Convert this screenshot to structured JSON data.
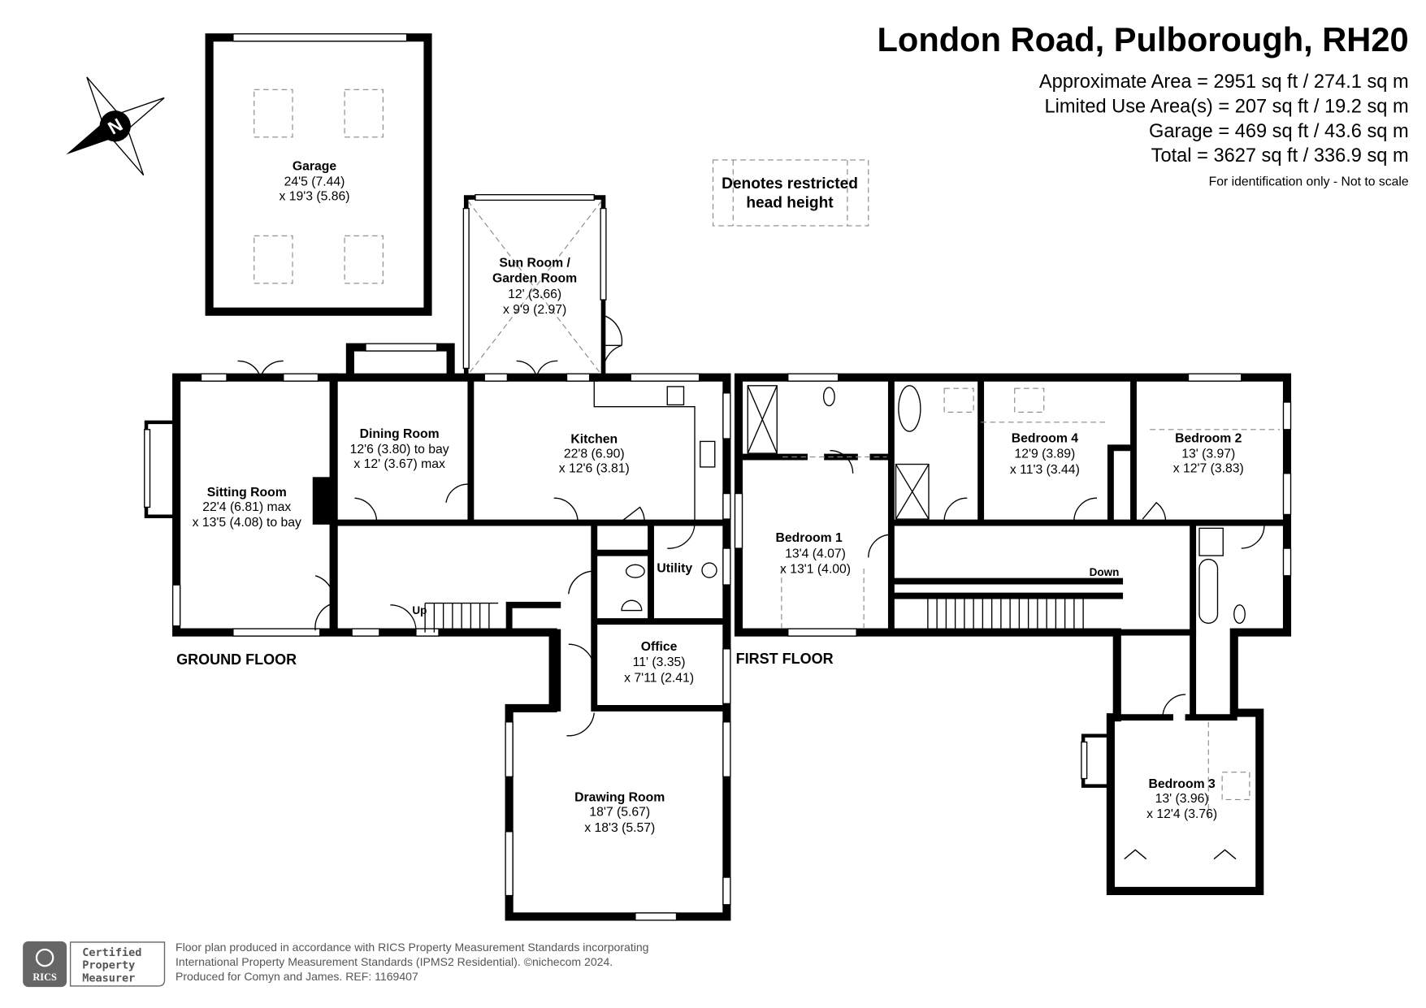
{
  "header": {
    "title": "London Road, Pulborough, RH20",
    "areas": [
      "Approximate Area = 2951 sq ft / 274.1 sq m",
      "Limited Use Area(s) = 207 sq ft / 19.2 sq m",
      "Garage = 469 sq ft / 43.6 sq m",
      "Total = 3627 sq ft / 336.9 sq m"
    ],
    "disclaimer": "For identification only - Not to scale"
  },
  "compass": {
    "label": "N"
  },
  "legend": {
    "line1": "Denotes restricted",
    "line2": "head height"
  },
  "ground_floor": {
    "label": "GROUND FLOOR",
    "stairs_label": "Up",
    "rooms": {
      "garage": {
        "name": "Garage",
        "dim1": "24'5 (7.44)",
        "dim2": "x 19'3 (5.86)"
      },
      "sun_room": {
        "name": "Sun Room /",
        "name2": "Garden Room",
        "dim1": "12' (3.66)",
        "dim2": "x 9'9 (2.97)"
      },
      "dining_room": {
        "name": "Dining Room",
        "dim1": "12'6 (3.80) to bay",
        "dim2": "x 12' (3.67) max"
      },
      "kitchen": {
        "name": "Kitchen",
        "dim1": "22'8 (6.90)",
        "dim2": "x 12'6 (3.81)"
      },
      "sitting_room": {
        "name": "Sitting Room",
        "dim1": "22'4 (6.81) max",
        "dim2": "x 13'5 (4.08) to bay"
      },
      "utility": {
        "name": "Utility"
      },
      "office": {
        "name": "Office",
        "dim1": "11' (3.35)",
        "dim2": "x 7'11 (2.41)"
      },
      "drawing_room": {
        "name": "Drawing Room",
        "dim1": "18'7 (5.67)",
        "dim2": "x 18'3 (5.57)"
      }
    }
  },
  "first_floor": {
    "label": "FIRST FLOOR",
    "stairs_label": "Down",
    "rooms": {
      "bedroom1": {
        "name": "Bedroom 1",
        "dim1": "13'4 (4.07)",
        "dim2": "x 13'1 (4.00)"
      },
      "bedroom4": {
        "name": "Bedroom 4",
        "dim1": "12'9 (3.89)",
        "dim2": "x 11'3 (3.44)"
      },
      "bedroom2": {
        "name": "Bedroom 2",
        "dim1": "13' (3.97)",
        "dim2": "x 12'7 (3.83)"
      },
      "bedroom3": {
        "name": "Bedroom 3",
        "dim1": "13' (3.96)",
        "dim2": "x 12'4 (3.76)"
      }
    }
  },
  "footer": {
    "badge": {
      "org": "RICS",
      "line1": "Certified",
      "line2": "Property",
      "line3": "Measurer"
    },
    "lines": [
      "Floor plan produced in accordance with RICS Property Measurement Standards incorporating",
      "International Property Measurement Standards (IPMS2 Residential).   ©nichecom 2024.",
      "Produced for Comyn and James.   REF:  1169407"
    ]
  }
}
